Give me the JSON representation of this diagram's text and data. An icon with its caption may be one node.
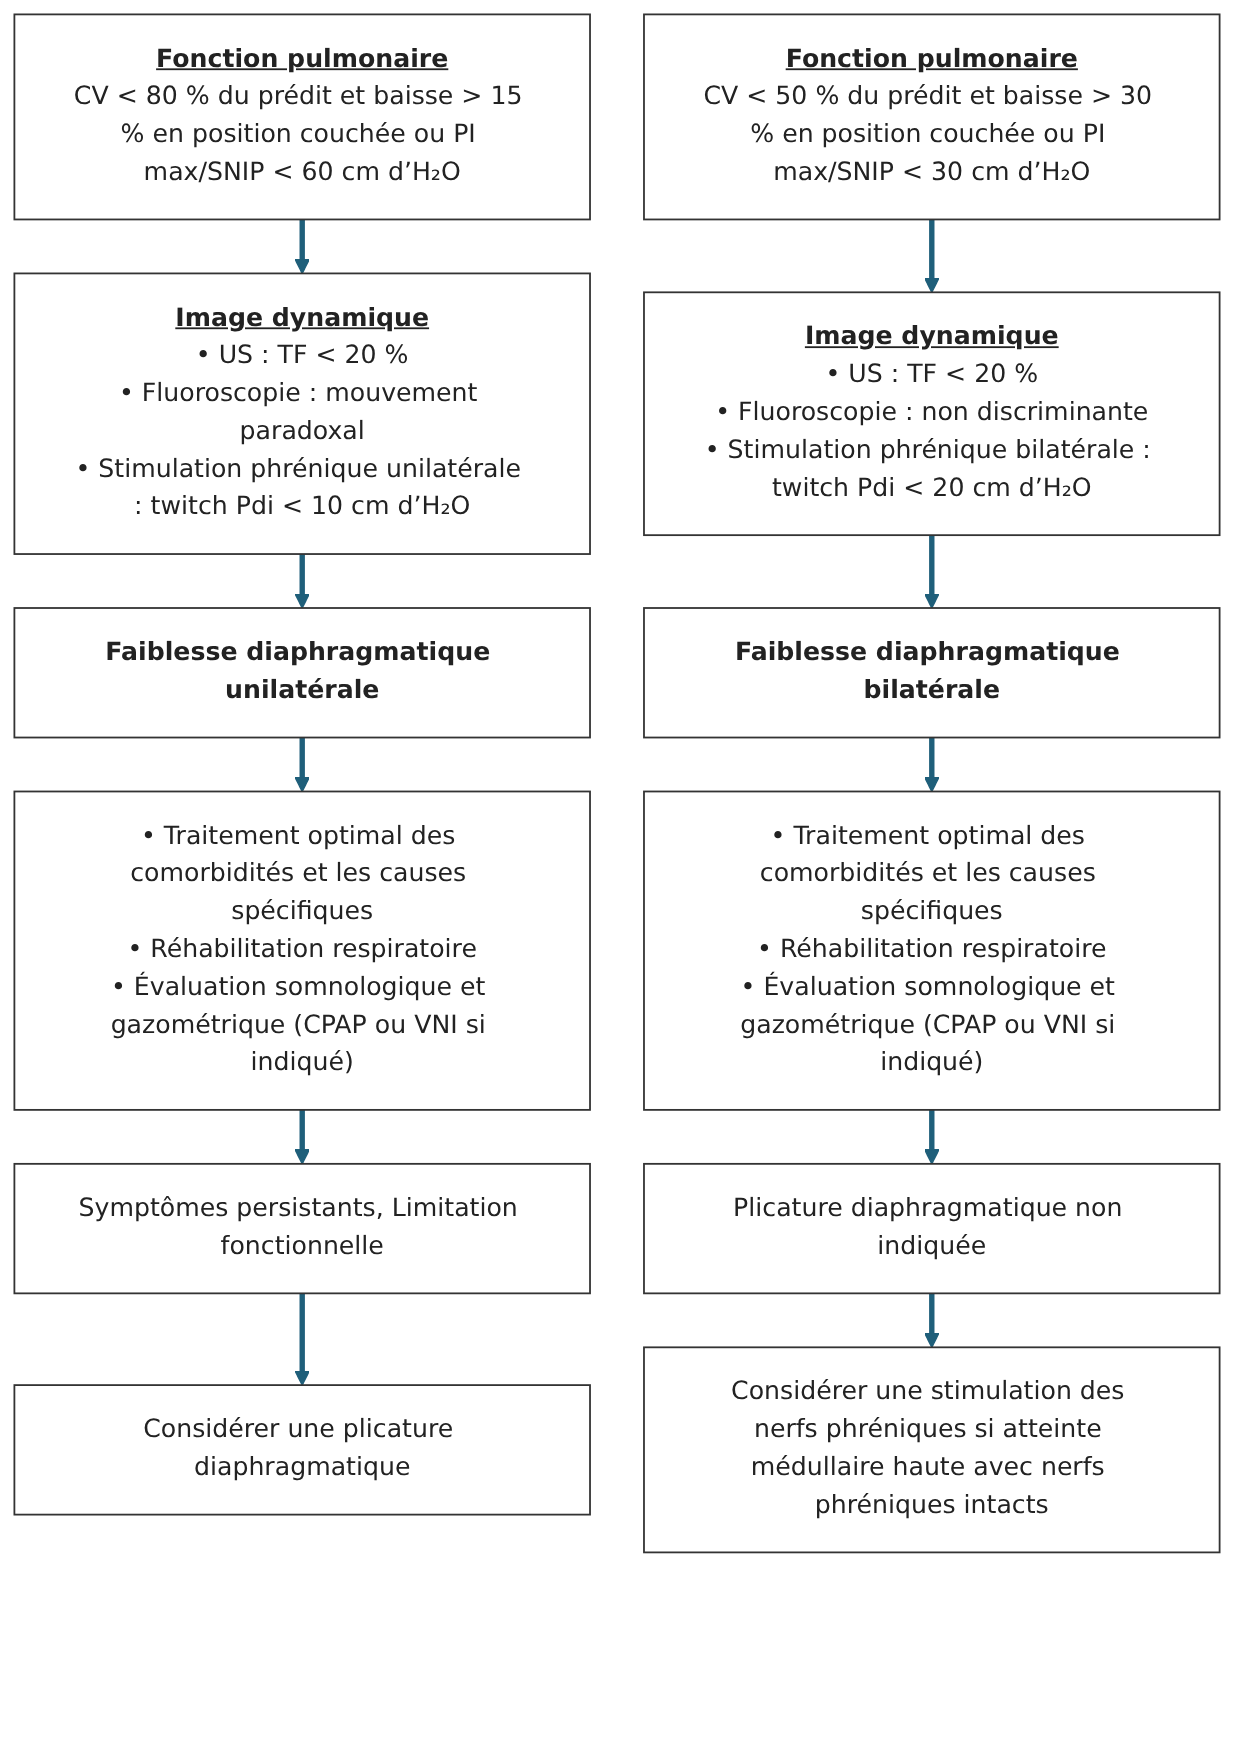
{
  "diagram": {
    "nodes": [
      {
        "text": [
          "Fonction pulmonaire",
          "CV < 80 % du prédit et baisse > 15 % en position couchée ou PI max/SNIP < 60 cm d’H₂O"
        ]
      },
      {
        "text": [
          "Fonction pulmonaire",
          "CV < 50 % du prédit et baisse > 30 % en position couchée ou PI max/SNIP < 30 cm d’H₂O"
        ]
      },
      {
        "text": [
          "Image dynamique",
          "• US : TF < 20 %",
          "• Fluoroscopie : mouvement paradoxal",
          "• Stimulation phrénique unilatérale : twitch Pdi < 10 cm d’H₂O"
        ]
      },
      {
        "text": [
          "Image dynamique",
          "• US : TF < 20 %",
          "• Fluoroscopie : non discriminante",
          "• Stimulation phrénique bilatérale : twitch Pdi < 20 cm d’H₂O"
        ]
      },
      {
        "text": [
          "Faiblesse diaphragmatique unilatérale"
        ]
      },
      {
        "text": [
          "Faiblesse diaphragmatique bilatérale"
        ]
      },
      {
        "text": [
          "• Traitement optimal des comorbidités et les causes spécifiques",
          "• Réhabilitation respiratoire",
          "• Évaluation somnologique et gazométrique (CPAP ou VNI si indiqué)"
        ]
      },
      {
        "text": [
          "• Traitement optimal des comorbidités et les causes spécifiques",
          "• Réhabilitation respiratoire",
          "• Évaluation somnologique et gazométrique (CPAP ou VNI si indiqué)"
        ]
      },
      {
        "text": [
          "Symptômes persistants, Limitation fonctionnelle"
        ]
      },
      {
        "text": [
          "Plicature diaphragmatique non indiquée"
        ]
      },
      {
        "text": [
          "Considérer une plicature diaphragmatique"
        ]
      },
      {
        "text": [
          "Considérer une stimulation des nerfs phréniques si atteinte médullaire haute avec nerfs phréniques intacts"
        ]
      }
    ],
    "edges": [
      {
        "from": 0,
        "to": 2,
        "arrow": "to"
      },
      {
        "from": 2,
        "to": 4,
        "arrow": "to"
      },
      {
        "from": 4,
        "to": 6,
        "arrow": "to"
      },
      {
        "from": 6,
        "to": 8,
        "arrow": "to"
      },
      {
        "from": 8,
        "to": 10,
        "arrow": "to"
      },
      {
        "from": 1,
        "to": 3,
        "arrow": "to"
      },
      {
        "from": 3,
        "to": 5,
        "arrow": "to"
      },
      {
        "from": 5,
        "to": 7,
        "arrow": "to"
      },
      {
        "from": 7,
        "to": 9,
        "arrow": "to"
      },
      {
        "from": 9,
        "to": 11,
        "arrow": "to"
      }
    ]
  }
}
